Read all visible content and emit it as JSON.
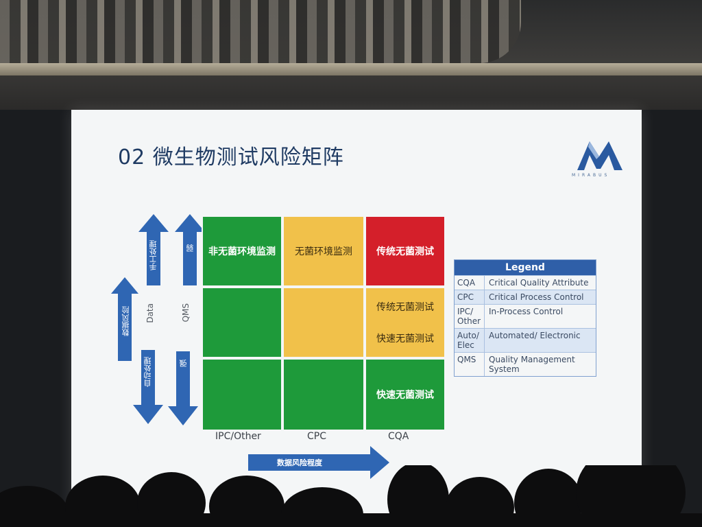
{
  "slide": {
    "title": "02 微生物测试风险矩阵",
    "logo_text": "MIRABUS"
  },
  "matrix": {
    "rows": [
      [
        {
          "color": "#1e9a3a",
          "texts": [
            "非无菌环境监测"
          ]
        },
        {
          "color": "#f1c14a",
          "texts": [
            "无菌环境监测"
          ]
        },
        {
          "color": "#d41f2a",
          "texts": [
            "传统无菌测试"
          ]
        }
      ],
      [
        {
          "color": "#1e9a3a",
          "texts": []
        },
        {
          "color": "#f1c14a",
          "texts": []
        },
        {
          "color": "#f1c14a",
          "texts": [
            "传统无菌测试",
            "快速无菌测试"
          ]
        }
      ],
      [
        {
          "color": "#1e9a3a",
          "texts": []
        },
        {
          "color": "#1e9a3a",
          "texts": []
        },
        {
          "color": "#1e9a3a",
          "texts": [
            "快速无菌测试"
          ]
        }
      ]
    ],
    "x_labels": [
      "IPC/Other",
      "CPC",
      "CQA"
    ]
  },
  "axes": {
    "left_label_data": "Data",
    "left_label_qms": "QMS",
    "arrow_data_mid": "数据风险",
    "arrow_manual_up": "手工处理",
    "arrow_auto_down": "自动处理",
    "arrow_qms_up": "弱",
    "arrow_qms_down": "强",
    "bottom_arrow": "数据风险程度"
  },
  "legend": {
    "heading": "Legend",
    "items": [
      {
        "key": "CQA",
        "value": "Critical Quality Attribute",
        "shade": false
      },
      {
        "key": "CPC",
        "value": "Critical Process Control",
        "shade": true
      },
      {
        "key": "IPC/ Other",
        "value": "In-Process Control",
        "shade": false
      },
      {
        "key": "Auto/ Elec",
        "value": "Automated/ Electronic",
        "shade": true
      },
      {
        "key": "QMS",
        "value": "Quality Management System",
        "shade": false
      }
    ]
  },
  "colors": {
    "accent_blue": "#2f5fa8",
    "green": "#1e9a3a",
    "yellow": "#f1c14a",
    "red": "#d41f2a"
  }
}
